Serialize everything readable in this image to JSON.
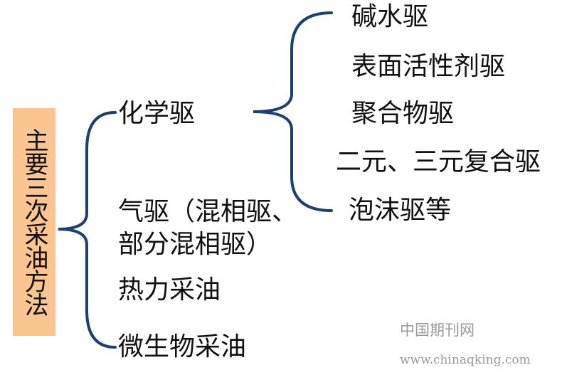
{
  "root": {
    "label": "主要三次采油方法"
  },
  "level1": [
    {
      "label": "化学驱"
    },
    {
      "label_line1": "气驱（混相驱、",
      "label_line2": "部分混相驱）"
    },
    {
      "label": "热力采油"
    },
    {
      "label": "微生物采油"
    }
  ],
  "chemical": [
    {
      "label": "碱水驱"
    },
    {
      "label": "表面活性剂驱"
    },
    {
      "label": "聚合物驱"
    },
    {
      "label": "二元、三元复合驱"
    },
    {
      "label": "泡沫驱等"
    }
  ],
  "watermark": {
    "line1": "中国期刊网",
    "line2": "www.chinaqking.com"
  },
  "colors": {
    "bracket": "#1F3E73",
    "box": "#FAC58F"
  }
}
